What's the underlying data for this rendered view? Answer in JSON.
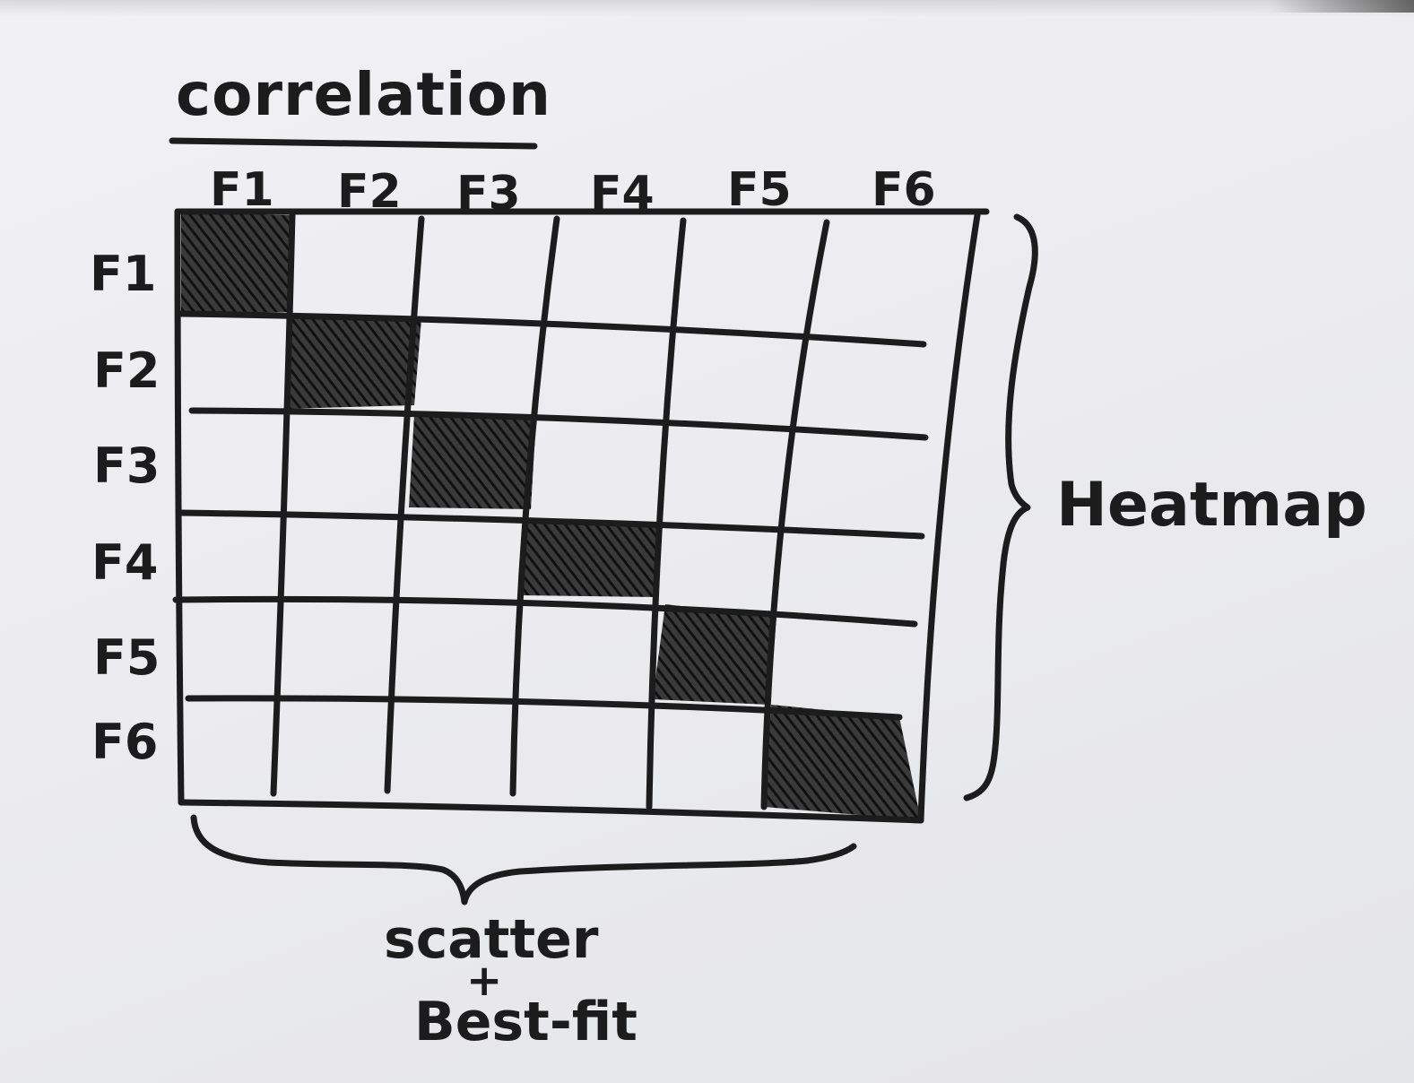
{
  "title": "correlation",
  "column_labels": [
    "F1",
    "F2",
    "F3",
    "F4",
    "F5",
    "F6"
  ],
  "row_labels": [
    "F1",
    "F2",
    "F3",
    "F4",
    "F5",
    "F6"
  ],
  "shaded_cells": [
    [
      0,
      0
    ],
    [
      1,
      1
    ],
    [
      2,
      2
    ],
    [
      3,
      3
    ],
    [
      4,
      4
    ],
    [
      5,
      5
    ]
  ],
  "right_annotation": "Heatmap",
  "bottom_annotation": {
    "line1": "scatter",
    "line2": "+",
    "line3": "Best-fit"
  },
  "colors": {
    "ink": "#1c1c1c",
    "paper": "#ededef"
  }
}
